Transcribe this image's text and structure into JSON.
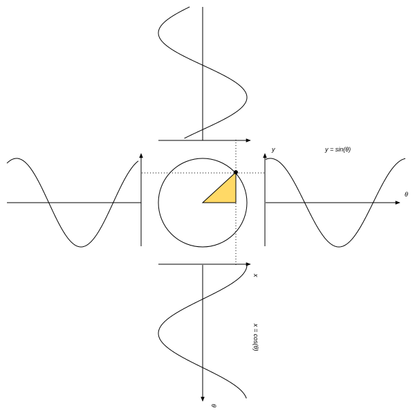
{
  "labels": {
    "right_y_axis": "y",
    "right_formula": "y = sin(θ)",
    "right_theta": "θ",
    "bottom_x_axis": "x",
    "bottom_formula": "x = cos(θ)",
    "bottom_theta": "θ"
  },
  "colors": {
    "stroke": "#000000",
    "triangle_fill": "#ffd966",
    "background": "#ffffff"
  }
}
